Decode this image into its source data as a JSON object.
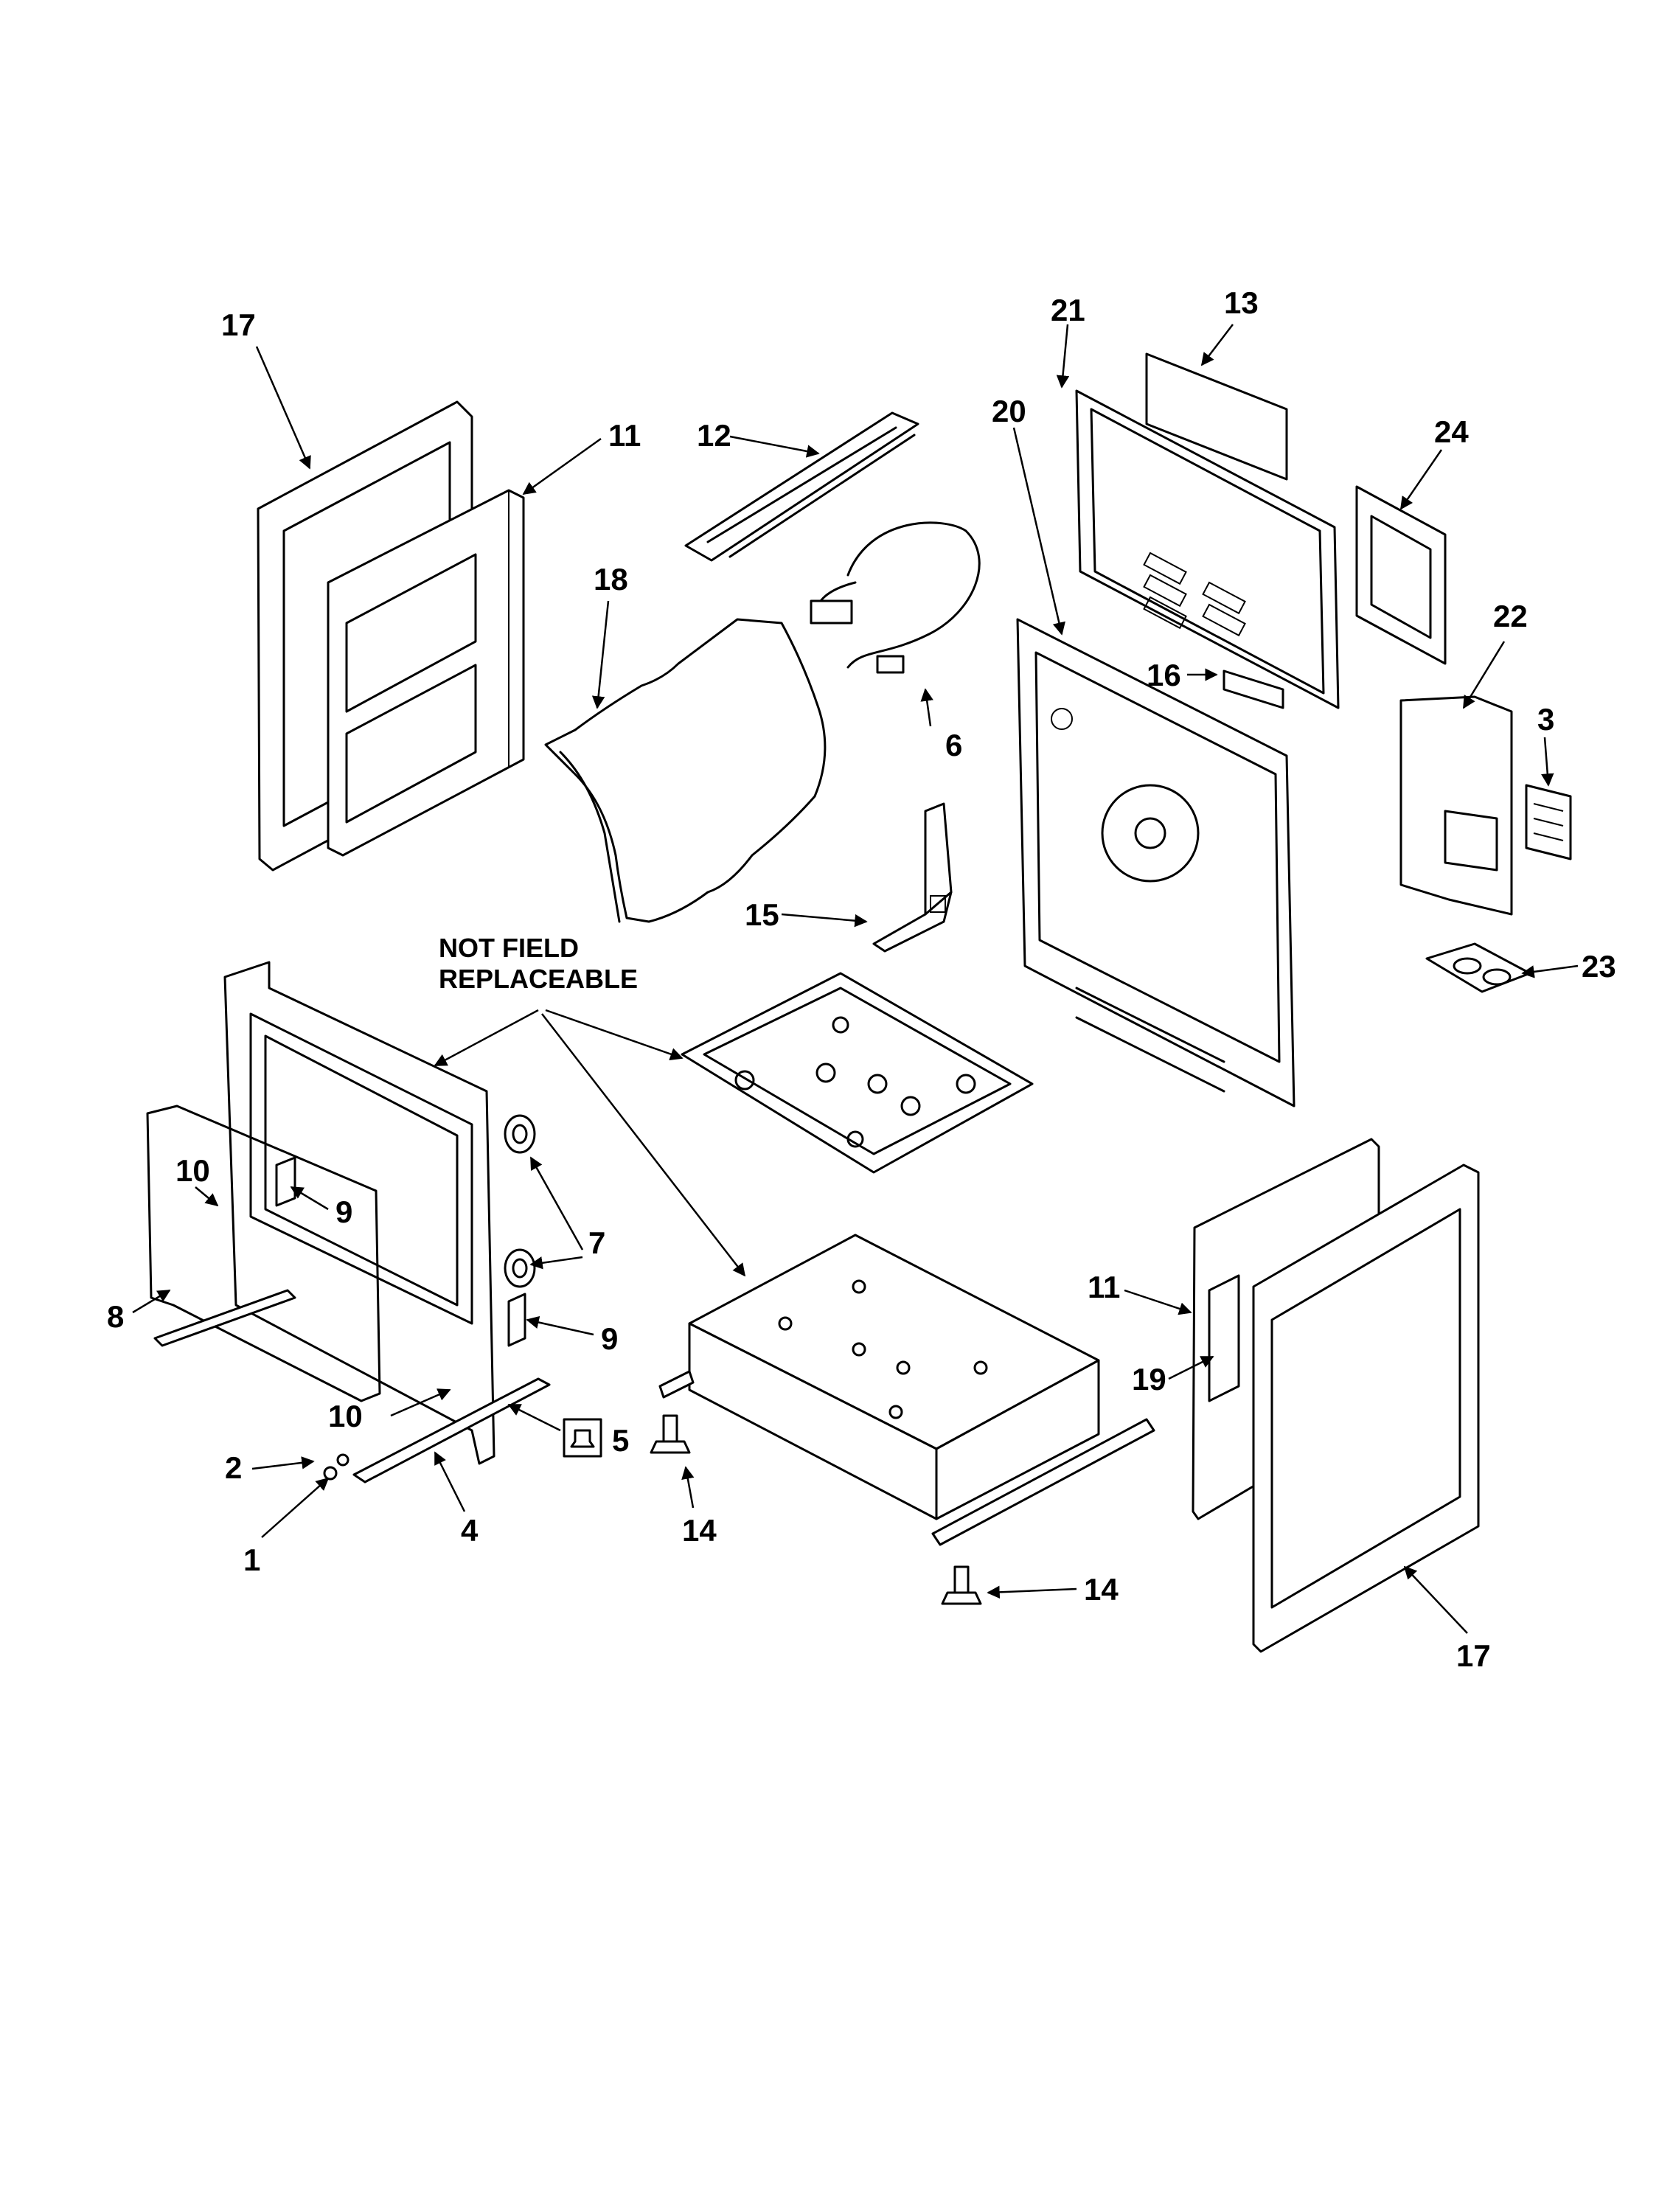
{
  "callouts": {
    "c1": "1",
    "c2": "2",
    "c3": "3",
    "c4": "4",
    "c5": "5",
    "c6": "6",
    "c7": "7",
    "c8": "8",
    "c9a": "9",
    "c9b": "9",
    "c10a": "10",
    "c10b": "10",
    "c11a": "11",
    "c11b": "11",
    "c12": "12",
    "c13": "13",
    "c14a": "14",
    "c14b": "14",
    "c15": "15",
    "c16": "16",
    "c17a": "17",
    "c17b": "17",
    "c18": "18",
    "c19": "19",
    "c20": "20",
    "c21": "21",
    "c22": "22",
    "c23": "23",
    "c24": "24"
  },
  "note": {
    "line1": "NOT FIELD",
    "line2": "REPLACEABLE"
  }
}
